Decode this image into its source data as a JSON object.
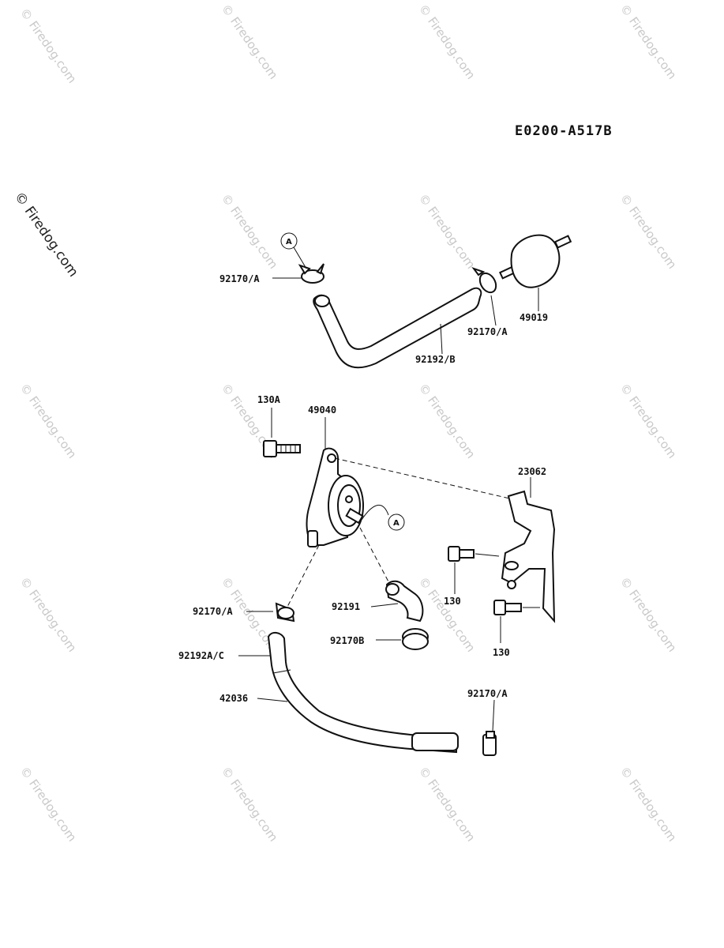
{
  "diagram_code": "E0200-A517B",
  "watermark": {
    "text": "© Firedog.com",
    "left_text": "© Firedog.com"
  },
  "labels": {
    "clamp_top_left": "92170/A",
    "clamp_top_right": "92170/A",
    "fuel_filter": "49019",
    "hose_top": "92192/B",
    "bolt_130a": "130A",
    "fuel_pump": "49040",
    "bracket": "23062",
    "bolt_130_upper": "130",
    "bolt_130_lower": "130",
    "clamp_mid_left": "92170/A",
    "hose_small": "92191",
    "clamp_92170b": "92170B",
    "hose_92192ac": "92192A/C",
    "hose_42036": "42036",
    "clamp_bottom_right": "92170/A"
  },
  "ref_marks": {
    "a_top": "A",
    "a_pump": "A"
  }
}
